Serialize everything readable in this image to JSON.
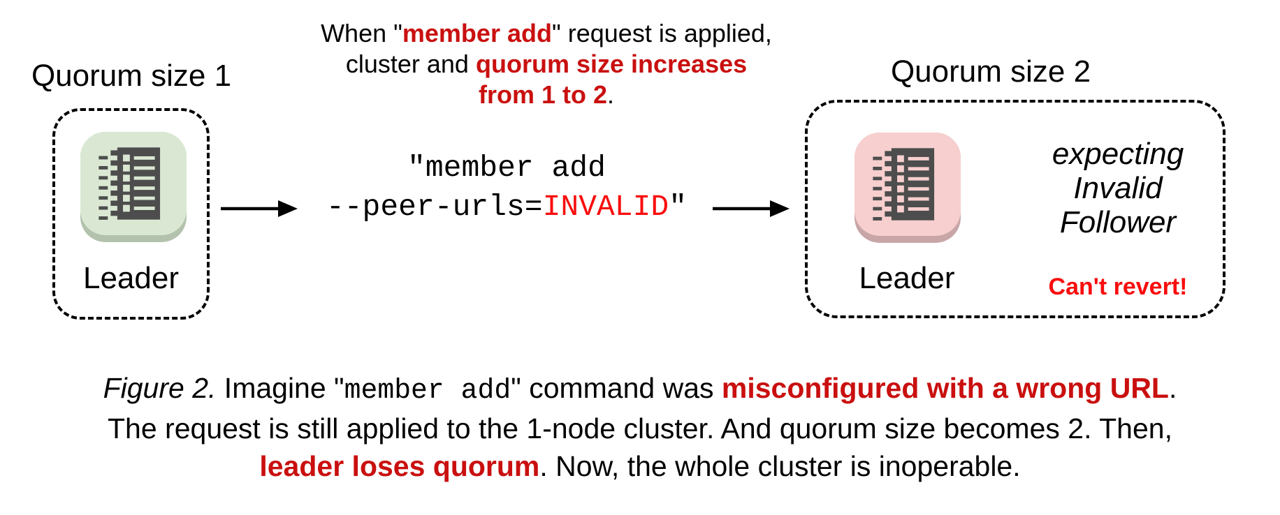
{
  "colors": {
    "dark_red": "#c9100f",
    "bright_red": "#f90d0d",
    "green_bg": "#dae8d3",
    "green_lip": "#b3c2ac",
    "pink_bg": "#f7cfcf",
    "pink_lip": "#c8a6a8",
    "glyph": "#4d4d4d"
  },
  "left_panel": {
    "title": "Quorum size 1",
    "node_label": "Leader",
    "node_icon": "ledger-icon"
  },
  "annotation": {
    "line1_pre": "When \"",
    "line1_red": "member add",
    "line1_post": "\" request is applied,",
    "line2_pre": "cluster and ",
    "line2_red": "quorum size increases",
    "line3_red": "from 1 to 2",
    "line3_post": "."
  },
  "command": {
    "line1": "\"member add",
    "line2_pre": "--peer-urls=",
    "line2_red": "INVALID",
    "line2_post": "\""
  },
  "right_panel": {
    "title": "Quorum size 2",
    "node_label": "Leader",
    "expecting_lines": [
      "expecting",
      "Invalid",
      "Follower"
    ],
    "cant_revert": "Can't revert!"
  },
  "caption": {
    "figure_label": "Figure 2.",
    "l1_a": " Imagine \"",
    "l1_code": "member add",
    "l1_b": "\" command was ",
    "l1_red": "misconfigured with a wrong URL",
    "l1_c": ".",
    "l2": "The request is still applied to the 1-node cluster. And quorum size becomes 2. Then,",
    "l3_red": "leader loses quorum",
    "l3_a": ". Now, the whole cluster is inoperable."
  }
}
